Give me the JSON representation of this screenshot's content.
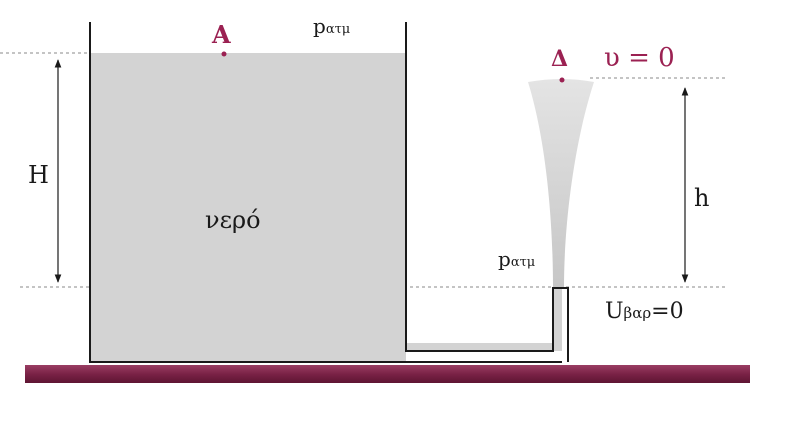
{
  "labels": {
    "point_a": "A",
    "p_atm_top": "p",
    "p_atm_top_sub": "ατμ",
    "point_delta": "Δ",
    "velocity_zero": "υ = 0",
    "height_h_big": "H",
    "water": "νερό",
    "height_h_small": "h",
    "p_atm_jet": "p",
    "p_atm_jet_sub": "ατμ",
    "u_grav_zero": "U",
    "u_grav_zero_sub": "βαρ",
    "u_grav_zero_tail": "=0"
  },
  "colors": {
    "accent": "#9b2152",
    "water": "#d3d3d3",
    "stroke": "#1a1a1a",
    "ground": "#7d2447",
    "dashed": "#8a8a8a"
  }
}
